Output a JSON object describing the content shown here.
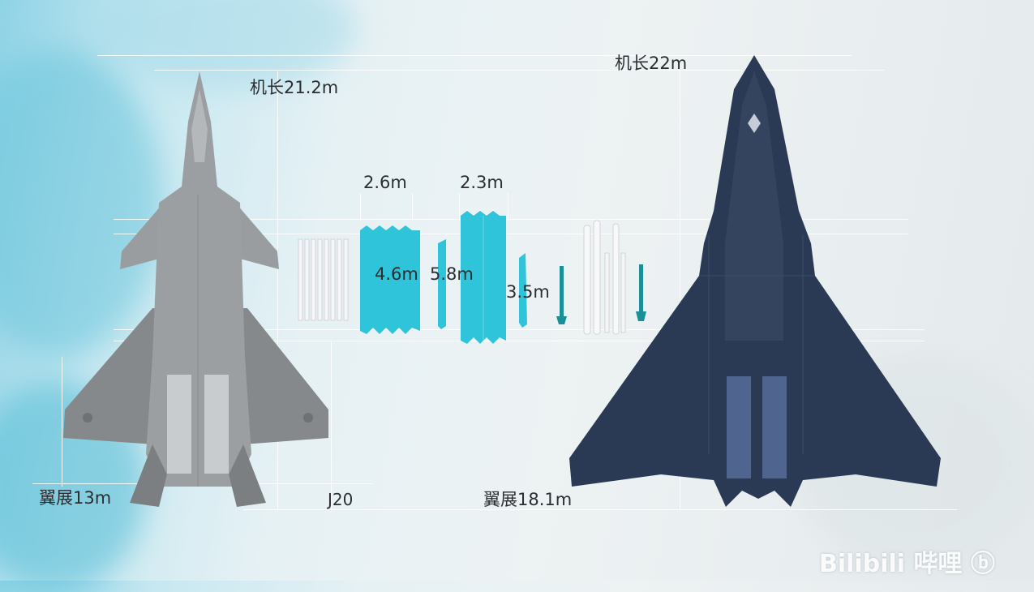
{
  "labels": {
    "j20_length": "机长21.2m",
    "new_length": "机长22m",
    "j20_span": "翼展13m",
    "new_span": "翼展18.1m",
    "j20_name": "J20",
    "bay_a_width": "2.6m",
    "bay_a_length": "4.6m",
    "bay_b_width": "2.3m",
    "bay_b_length": "5.8m",
    "bay_c_length": "3.5m"
  },
  "watermark": "Bilibili 哔哩 ⓑ",
  "colors": {
    "bay_fill": "#2fc4d9",
    "missile_teal": "#1b8f98",
    "j20_body": "#8c8f92",
    "new_body": "#2b3a54"
  }
}
